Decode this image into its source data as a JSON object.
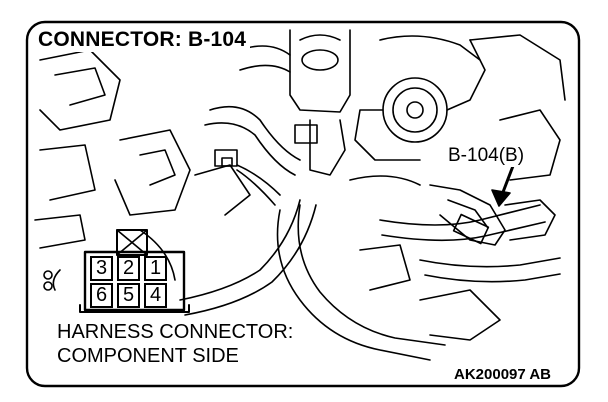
{
  "title": "CONNECTOR: B-104",
  "callout_label": "B-104(B)",
  "harness_label": {
    "line1": "HARNESS CONNECTOR:",
    "line2": "COMPONENT SIDE"
  },
  "figure_id": "AK200097 AB",
  "connector": {
    "top_row": [
      "3",
      "2",
      "1"
    ],
    "bottom_row": [
      "6",
      "5",
      "4"
    ]
  }
}
